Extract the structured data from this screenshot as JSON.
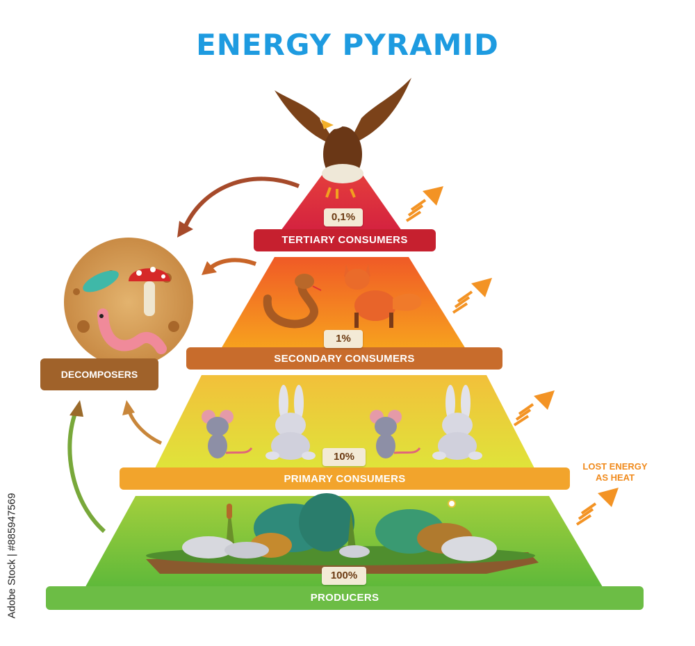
{
  "title": "ENERGY PYRAMID",
  "levels": [
    {
      "label": "TERTIARY CONSUMERS",
      "percent": "0,1%"
    },
    {
      "label": "SECONDARY CONSUMERS",
      "percent": "1%"
    },
    {
      "label": "PRIMARY CONSUMERS",
      "percent": "10%"
    },
    {
      "label": "PRODUCERS",
      "percent": "100%"
    }
  ],
  "decomposers": {
    "label": "DECOMPOSERS"
  },
  "lost_energy": {
    "line1": "LOST ENERGY",
    "line2": "AS HEAT"
  },
  "watermark": "Adobe Stock | #885947569",
  "colors": {
    "title": "#1e9be0",
    "tertiary": "#d42a3a",
    "secondary": "#f07a1a",
    "primary": "#e9d63a",
    "producers": "#7cc242",
    "decomposers": "#a0622a",
    "heat_arrow": "#f39324"
  }
}
